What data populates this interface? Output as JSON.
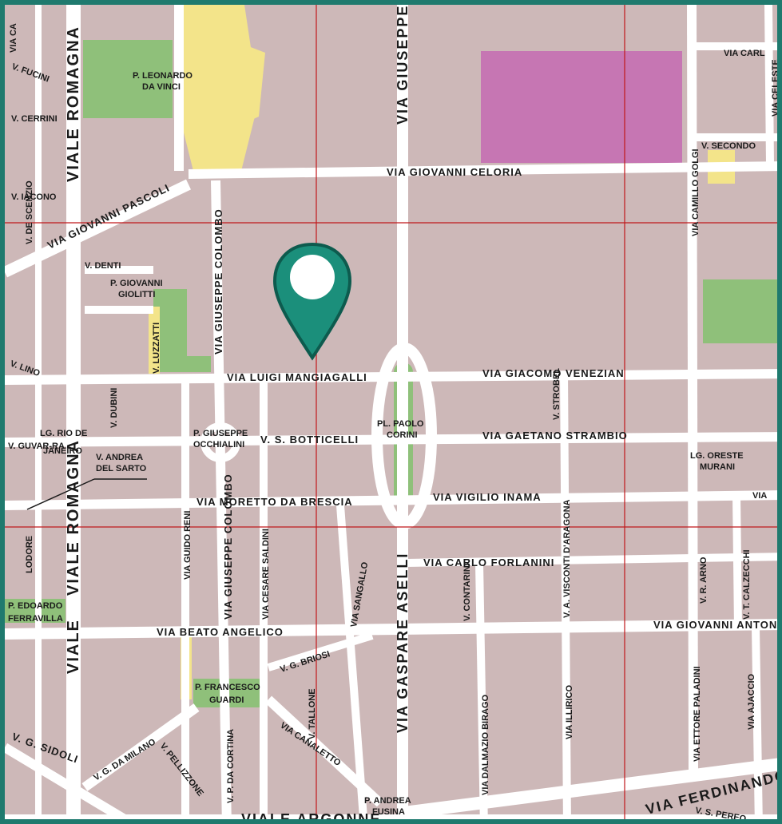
{
  "colors": {
    "frame": "#1f7a6e",
    "block": "#cdb8b8",
    "road": "#ffffff",
    "park": "#8fc07a",
    "highlight": "#c676b3",
    "major_road": "#f3e48a",
    "grid": "#c0181b",
    "marker": "#1b8f7b",
    "marker_outline": "#0d5b4e"
  },
  "marker": {
    "icon": "map-pin-icon"
  },
  "labels": {
    "viale_romagna_top": "VIALE ROMAGNA",
    "viale_romagna_bottom": "VIALE ROMAGNA",
    "via_giuseppe_p": "VIA GIUSEPPE PONZIO",
    "via_celoria": "VIA GIOVANNI CELORIA",
    "via_pascoli": "VIA GIOVANNI PASCOLI",
    "via_colombo_top": "VIA GIUSEPPE COLOMBO",
    "via_colombo_bottom": "VIA GIUSEPPE COLOMBO",
    "via_mangiagalli": "VIA LUIGI MANGIAGALLI",
    "via_venezian": "VIA GIACOMO VENEZIAN",
    "via_botticelli": "V. S. BOTTICELLI",
    "via_strambio": "VIA GAETANO STRAMBIO",
    "via_moretto": "VIA MORETTO DA BRESCIA",
    "via_inama": "VIA VIGILIO INAMA",
    "via_forlanini": "VIA CARLO FORLANINI",
    "via_beato_angelico": "VIA BEATO ANGELICO",
    "via_giovanni_anton": "VIA GIOVANNI ANTONELLI",
    "via_aselli": "VIA GASPARE ASELLI",
    "via_visconti": "V. A. VISCONTI D'ARAGONA",
    "via_golgi": "VIA CAMILLO GOLGI",
    "via_guido_reni": "VIA GUIDO RENI",
    "via_saldini": "VIA CESARE SALDINI",
    "via_sangallo": "VIA SANGALLO",
    "via_contarini": "V. CONTARINI",
    "via_strobel": "V. STROBEL",
    "via_arno": "V. R. ARNO",
    "via_calzecchi": "V. T. CALZECCHI",
    "via_briosi": "V. G. BRIOSI",
    "via_tallone": "V. TALLONE",
    "via_canaletto": "VIA CANALETTO",
    "via_birago": "VIA DALMAZIO BIRAGO",
    "via_illirico": "VIA ILLIRICO",
    "via_paladini": "VIA ETTORE PALADINI",
    "via_ajaccio": "VIA AJACCIO",
    "via_g_da_milano": "V. G. DA MILANO",
    "via_pellizzone": "V. PELLIZZONE",
    "via_cortina": "V. P. DA CORTINA",
    "via_sidoli": "V. G. SIDOLI",
    "viale_argonne": "VIALE ARGONNE",
    "via_ferdinando": "VIA FERDINANDO",
    "via_s_pereo": "V. S. PEREO",
    "via_secondo": "V. SECONDO",
    "via_carl": "VIA CARL",
    "via_celeste": "VIA CELESTE",
    "via_la": "VIA",
    "via_via_right": "VIA",
    "p_leonardo_1": "P. LEONARDO",
    "p_leonardo_2": "DA VINCI",
    "v_denti": "V. DENTI",
    "p_giolitti_1": "P. GIOVANNI",
    "p_giolitti_2": "GIOLITTI",
    "v_luzzatti": "V. LUZZATTI",
    "p_occhialini_1": "P. GIUSEPPE",
    "p_occhialini_2": "OCCHIALINI",
    "pl_corini_1": "PL. PAOLO",
    "pl_corini_2": "CORINI",
    "lg_murani_1": "LG. ORESTE",
    "lg_murani_2": "MURANI",
    "lg_rio_1": "LG. RIO DE",
    "lg_rio_2": "JANEIRO",
    "v_andrea_1": "V. ANDREA",
    "v_andrea_2": "DEL SARTO",
    "v_dubini": "V. DUBINI",
    "p_edoardo_1": "P. EDOARDO",
    "p_edoardo_2": "FERRAVILLA",
    "p_guardi_1": "P. FRANCESCO",
    "p_guardi_2": "GUARDI",
    "p_fusina_1": "P. ANDREA",
    "p_fusina_2": "FUSINA",
    "v_fucini": "V. FUCINI",
    "v_sterrini": "V. CERRINI",
    "v_iacono": "V. IACONO",
    "v_scenzio": "V. DE SCENZIO",
    "via_ca": "VIA CA",
    "lodore": "LODORE",
    "v_guvar": "V. GUVAR-RA",
    "v_lino": "V. LINO"
  }
}
